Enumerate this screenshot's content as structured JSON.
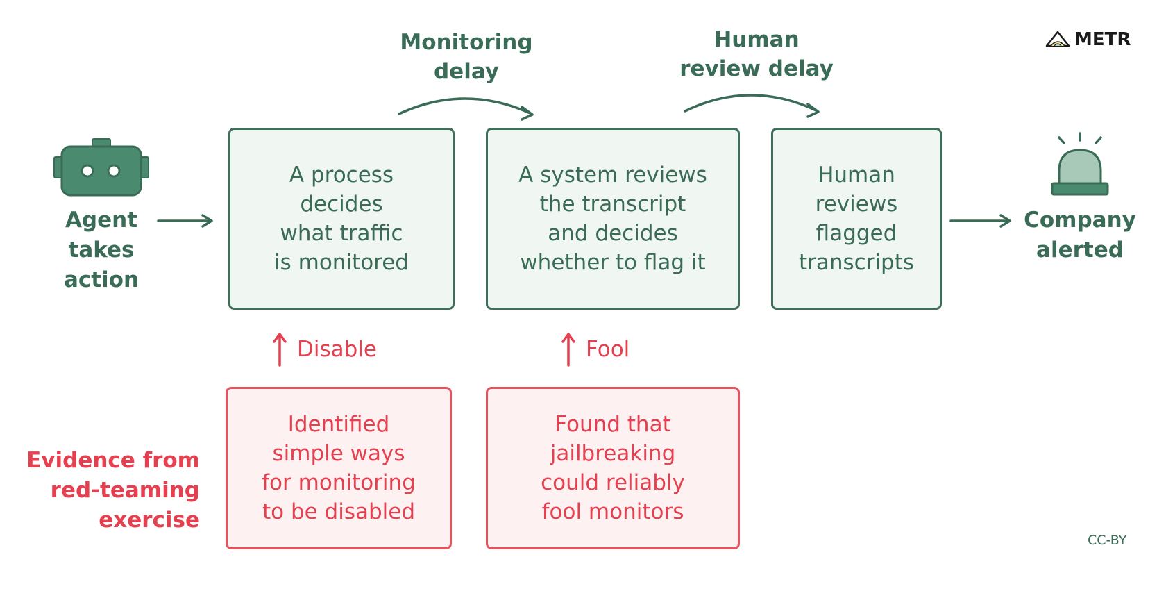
{
  "agent": {
    "label": "Agent\ntakes\naction"
  },
  "pipeline": [
    {
      "text": "A process\ndecides\nwhat traffic\nis monitored"
    },
    {
      "text": "A system reviews\nthe transcript\nand decides\nwhether to flag it"
    },
    {
      "text": "Human\nreviews\nflagged\ntranscripts"
    }
  ],
  "delays": [
    {
      "label": "Monitoring\ndelay"
    },
    {
      "label": "Human\nreview delay"
    }
  ],
  "outcome": {
    "label": "Company\nalerted"
  },
  "attacks": [
    {
      "label": "Disable"
    },
    {
      "label": "Fool"
    }
  ],
  "evidence": {
    "label": "Evidence from\nred-teaming\nexercise",
    "boxes": [
      {
        "text": "Identified\nsimple ways\nfor monitoring\nto be disabled"
      },
      {
        "text": "Found that\njailbreaking\ncould reliably\nfool monitors"
      }
    ]
  },
  "brand": {
    "name": "METR"
  },
  "license": "CC-BY",
  "colors": {
    "green": "#3a6b57",
    "red": "#e5404f",
    "green_fill": "#f0f7f3",
    "red_fill": "#fdf1f2"
  }
}
